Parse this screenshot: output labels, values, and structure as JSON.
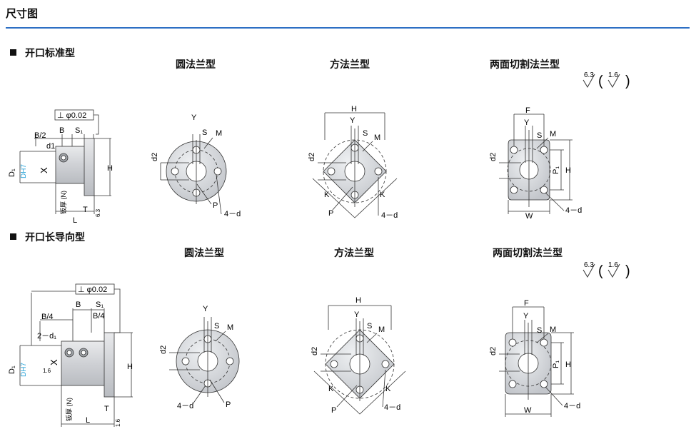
{
  "page": {
    "title": "尺寸图"
  },
  "sections": [
    {
      "title": "开口标准型",
      "views": [
        "圆法兰型",
        "方法兰型",
        "两面切割法兰型"
      ]
    },
    {
      "title": "开口长导向型",
      "views": [
        "圆法兰型",
        "方法兰型",
        "两面切割法兰型"
      ]
    }
  ],
  "roughness": {
    "main": "6.3",
    "paren_open": "(",
    "inner": "1.6",
    "paren_close": ")"
  },
  "side_labels": {
    "tolerance": "⊥ φ0.02",
    "b_half": "B/2",
    "b_quarter": "B/4",
    "b_quarter2": "B/4",
    "b": "B",
    "s1": "S₁",
    "d1": "d1",
    "d1_2": "2－d₁",
    "x": "X",
    "d1_big": "D₁",
    "dh7": "DH7",
    "h": "H",
    "l": "L",
    "t": "T",
    "thickness": "钣厚 (N)",
    "g": "6.3",
    "g2": "1.6",
    "tol_small": "1.6"
  },
  "front_labels": {
    "y": "Y",
    "s": "S",
    "m": "M",
    "d2": "d2",
    "p": "P",
    "four_d": "4－d",
    "h": "H",
    "k": "K",
    "f": "F",
    "w": "W",
    "p1": "P₁"
  }
}
